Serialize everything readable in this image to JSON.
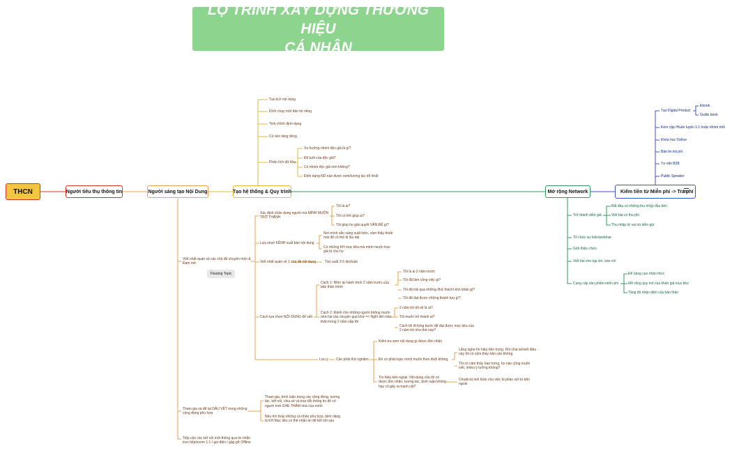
{
  "title": {
    "line1": "LỘ TRÌNH XÂY DỰNG THƯƠNG HIỆU",
    "line2": "CÁ NHÂN"
  },
  "colors": {
    "title_bg": "#8dd58f",
    "root_fill": "#f4c542",
    "red": "#d6341f",
    "orange": "#e7a24b",
    "yellow": "#e1b83a",
    "green": "#2f9a5a",
    "blue": "#3b55c7"
  },
  "icons": {
    "topic_menu": "menu-lines-icon"
  },
  "nodes": {
    "root": "THCN",
    "consumer": "Người tiêu thụ thông tin",
    "creator": "Người sáng tạo Nội Dung",
    "system": "Tạo hệ thống & Quy trình",
    "network": "Mở rộng Network",
    "monetize": "Kiếm tiền từ Miễn phí -> Trả phí"
  },
  "floating_topic": "Floating Topic",
  "system_items": {
    "plan": "Tạo lịch nội dung",
    "chain": "Khởi chạy một bản tin riêng",
    "format": "Tinh chỉnh định dạng",
    "platform": "Có nền tảng riêng",
    "analyze": "Phân tích dữ liệu",
    "a1": "Xu hướng nhóm độc giả là gì?",
    "a2": "Độ tuổi của độc giả?",
    "a3": "Có nhóm độc giả mới không?",
    "a4": "Định dạng ND nào được xem/tương tác tốt nhất"
  },
  "monetize_items": {
    "digital": "Tạo Digital Product",
    "ebook": "Ebook",
    "guide": "Guide book",
    "coaching": "Kèm cặp /Huấn luyện 1:1 hoặc nhóm nhỏ",
    "online": "Khóa học Online",
    "paid_news": "Bản tin trả phí",
    "b2b": "Tư vấn B2B",
    "speaker": "Public Speaker"
  },
  "network_items": {
    "guest": "Trở thành diễn giả",
    "g1": "Bắt đầu có những thu nhập đầu tiên",
    "g2": "Viết bài có thu phí",
    "g3": "Thu nhập từ vai trò diễn giả",
    "webinar": "Tổ chức sự kiện/webinar",
    "intro": "Giới thiệu chéo",
    "guest_post": "Viết bài cho tạp chí, báo chí",
    "deliver": "Cung cấp sản phẩm miễn phí",
    "d1": "Để nâng cao nhận thức",
    "d2": "Mở rộng quy mô của khán giả mục tiêu",
    "d3": "Tăng độ nhận diện của bản thân"
  },
  "creator_items": {
    "consistent": "Viết nhất quán về các chủ đề chuyên môn & Đam mê",
    "identify": "Xác định chân dung người mà MÌNH MUỐN TRỞ THÀNH",
    "i1": "Tôi là ai?",
    "i2": "Tôi có thể giúp ai?",
    "i3": "Tôi giúp họ giải quyết VẤN ĐỀ gì?",
    "channel": "Lựa chọn KÊNH xuất bản nội dung",
    "c1": "Nơi mình sẵn sàng xuất hiện, cảm thấy thoải mái để có thể đi lâu dài",
    "c2": "Có những KH mục tiêu mà mình muốn trao giá trị cho họ",
    "topic": "Viết nhất quán về 1 chủ đề nội dung",
    "freq": "Tần suất 3-5 lần/tuần",
    "choose": "Cách lựa chọn NỘI DUNG để viết",
    "way1": "Cách 1: Nhìn lại hành trình 2 năm trước của bản thân mình",
    "w1a": "Tôi là ai 2 năm trước",
    "w1b": "Tôi đã làm công việc gì?",
    "w1c": "Tôi đã trải qua những /thử thách/ khó khăn gì?",
    "w1d": "Tôi đã đạt được những thành tựu gì?",
    "way2": "Cách 2: Đánh cho những người không muốn nhìn lại câu chuyện quá khứ => Nghĩ đến bản thân trong 2 năm sắp tới",
    "w2a": "2 năm tới tôi sẽ là ai?",
    "w2b": "Tôi muốn trở thành ai?",
    "w2c": "Cách tôi đi từng bước để đạt được mục tiêu của 2 năm tới như thế nào?",
    "note": "Lưu ý",
    "test": "Cần phải thử nghiệm",
    "t1": "Kiểm tra xem nội dung gì được đón nhận",
    "t2": "Đó có phải topic mình muốn theo đuổi không",
    "t2a": "Lắng nghe tín hiệu bên trong: Khi chia sẻ/viết điều này tôi có cảm thấy hân cần không",
    "t2b": "Tôi có cảm thấy hào hứng, tìo nào cũng muốn viết, nhiều ý tưởng không?",
    "t3": "Tín hiệu bên ngoài: Nội dung của tôi có được đón nhận, tương tác, bình luận không hay có gây ra tranh cãi?",
    "t3a": "Chuẩn bị tinh thần cho việc bị phản xét từ bên ngoài",
    "join": "Tham gia và để lại DẤU VẾT trong những cộng đồng phù hợp",
    "j1": "Tham gia, bình luận trong các cộng đồng, tương tác, kết nối, chia sẻ và trao đổi thông tin để có người mời GHÉ THĂM nhà của mình",
    "j2": "Nếu tìm thấy những cá nhân phù hợp, tiềm năng là KH Mục tiêu có thể nhắn tin để kết nối sâu",
    "approach": "Tiếp cận các kết nối mới thông qua tin nhắn trực tiếp/zoom 1:1 / gọi điện / gặp gỡ Offline"
  }
}
